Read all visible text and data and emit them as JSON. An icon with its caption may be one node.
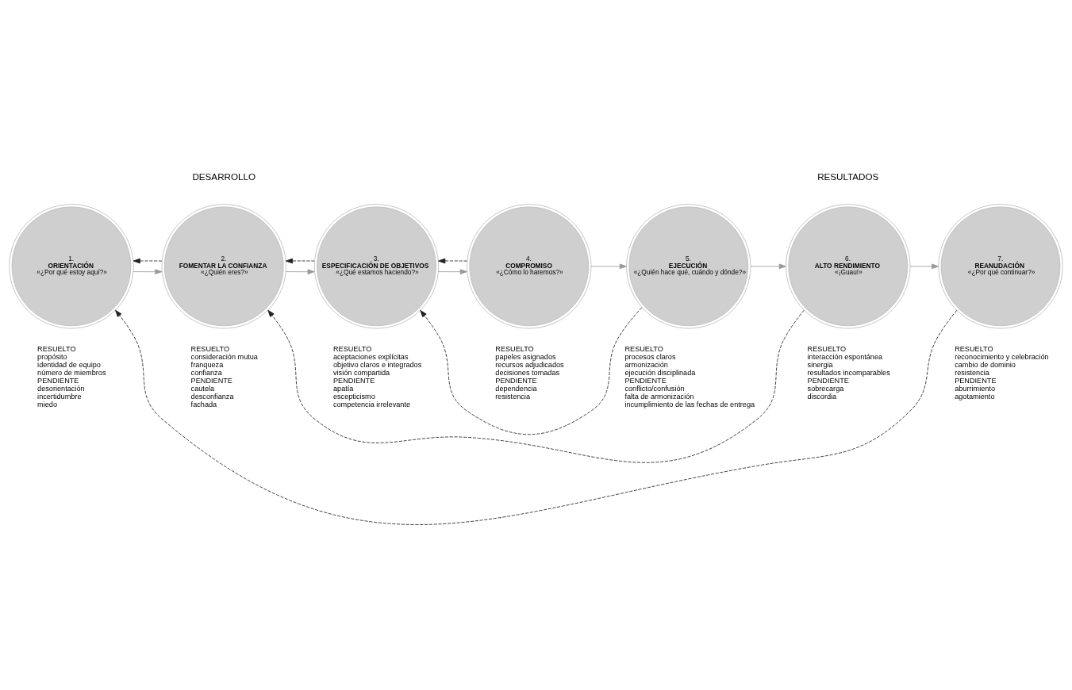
{
  "diagram": {
    "nodes": [
      {
        "text": [
          "1.",
          "ORIENTACIÓN",
          "«¿Por qué estoy aquí?»"
        ],
        "beside": [
          "RESUELTO",
          "propósito",
          "identidad de equipo",
          "número de miembros",
          "PENDIENTE",
          "desorientación",
          "incertidumbre",
          "miedo"
        ]
      },
      {
        "text": [
          "2.",
          "FOMENTAR LA CONFIANZA",
          "«¿Quién eres?»"
        ],
        "beside": [
          "RESUELTO",
          "consideración mutua",
          "franqueza",
          "confianza",
          "PENDIENTE",
          "cautela",
          "desconfianza",
          "fachada"
        ]
      },
      {
        "text": [
          "3.",
          "ESPECIFICACIÓN DE OBJETIVOS",
          "«¿Qué estamos haciendo?»"
        ],
        "beside": [
          "RESUELTO",
          "aceptaciones explícitas",
          "objetivo claros e integrados",
          "visión compartida",
          "PENDIENTE",
          "apatía",
          "escepticismo",
          "competencia irrelevante"
        ]
      },
      {
        "text": [
          "4.",
          "COMPROMISO",
          "«¿Cómo lo haremos?»"
        ],
        "beside": [
          "RESUELTO",
          "papeles asignados",
          "recursos adjudicados",
          "decisiones tomadas",
          "PENDIENTE",
          "dependencia",
          "resistencia"
        ]
      },
      {
        "text": [
          "5.",
          "EJECUCIÓN",
          "«¿Quién hace qué, cuándo y dónde?»"
        ],
        "beside": [
          "RESUELTO",
          "procesos claros",
          "armonización",
          "ejecución disciplinada",
          "PENDIENTE",
          "conflicto/confusión",
          "falta de armonización",
          "incumplimiento de las fechas de entrega"
        ]
      },
      {
        "text": [
          "6.",
          "ALTO RENDIMIENTO",
          "«¡Guau!»"
        ],
        "beside": [
          "RESUELTO",
          "interacción espontánea",
          "sinergia",
          "resultados incomparables",
          "PENDIENTE",
          "sobrecarga",
          "discordia"
        ]
      },
      {
        "text": [
          "7.",
          "REANUDACIÓN",
          "«¿Por qué continuar?»"
        ],
        "beside": [
          "RESUELTO",
          "reconocimiento y celebración",
          "cambio de dominio",
          "resistencia",
          "PENDIENTE",
          "aburrimiento",
          "agotamiento"
        ]
      }
    ],
    "edges": [
      {
        "from": 0,
        "to": 1,
        "arrow": "to"
      },
      {
        "from": 1,
        "to": 0,
        "arrow": "to",
        "style": "dashed",
        "color": "#222222"
      },
      {
        "from": 1,
        "to": 2,
        "arrow": "to"
      },
      {
        "from": 2,
        "to": 1,
        "arrow": "to",
        "style": "dashed",
        "color": "#222222"
      },
      {
        "from": 2,
        "to": 3,
        "arrow": "to"
      },
      {
        "from": 3,
        "to": 2,
        "arrow": "to",
        "style": "dashed",
        "color": "#222222"
      },
      {
        "from": 3,
        "to": 4,
        "arrow": "to"
      },
      {
        "from": 4,
        "to": 2,
        "arrow": "to",
        "style": "dashed",
        "color": "#222222"
      },
      {
        "from": 4,
        "to": 5,
        "arrow": "to"
      },
      {
        "from": 5,
        "to": 1,
        "arrow": "to",
        "style": "dashed",
        "color": "#222222"
      },
      {
        "from": 5,
        "to": 6,
        "arrow": "to"
      },
      {
        "from": 6,
        "to": 0,
        "arrow": "to",
        "style": "dashed",
        "color": "#222222"
      }
    ],
    "labels": [
      "DESARROLLO",
      "RESULTADOS"
    ]
  }
}
